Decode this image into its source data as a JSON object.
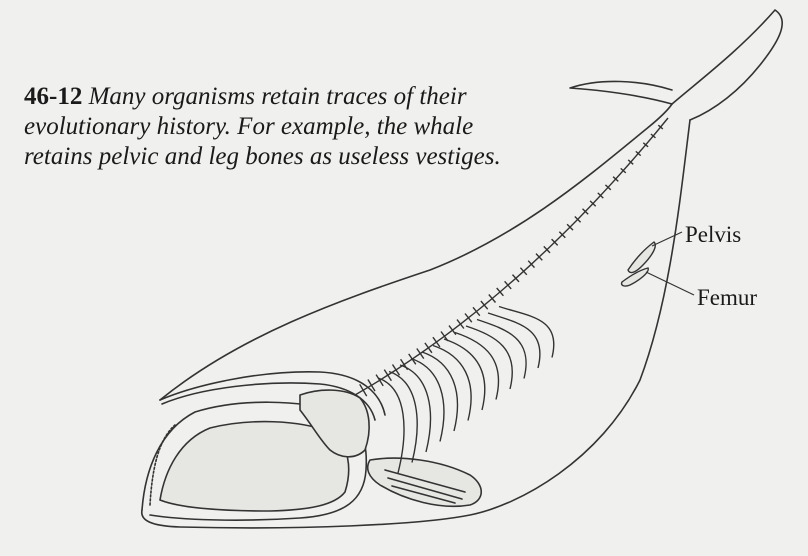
{
  "figure": {
    "number": "46-12",
    "caption": "Many organisms retain traces of their evolutionary history. For example, the whale retains pelvic and leg bones as useless vestiges."
  },
  "labels": {
    "pelvis": "Pelvis",
    "femur": "Femur"
  },
  "colors": {
    "background": "#f0f0ee",
    "line": "#333333",
    "bone_fill": "#e6e6e2"
  }
}
